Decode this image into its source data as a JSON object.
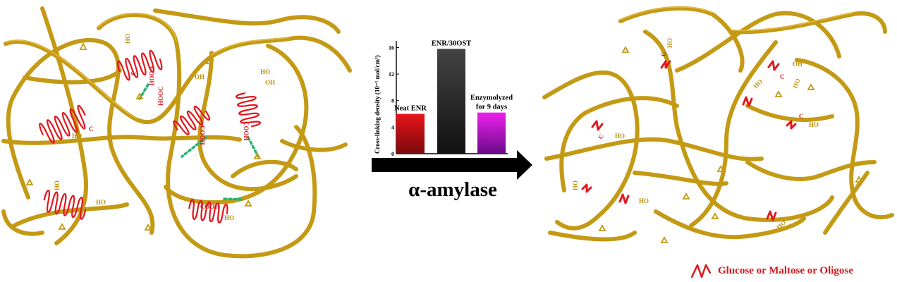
{
  "process": {
    "label": "α-amylase"
  },
  "legend": {
    "text": "Glucose or Maltose or Oligose"
  },
  "labels": {
    "oh": "OH",
    "ho": "HO",
    "cooh": "COOH",
    "hooc": "HOOC",
    "o": "O",
    "c": "C"
  },
  "chart_data": {
    "type": "bar",
    "ylabel": "Cross-linking density (10⁻⁵ mol/cm³)",
    "ylim": [
      0,
      17
    ],
    "yticks": [
      0,
      4,
      8,
      12,
      16
    ],
    "categories": [
      "Neat ENR",
      "ENR/30OST",
      "Enzymolyzed for 9 days"
    ],
    "category_lines": [
      [
        "Neat ENR"
      ],
      [
        "ENR/30OST"
      ],
      [
        "Enzymolyzed",
        "for 9 days"
      ]
    ],
    "values": [
      6.0,
      15.8,
      6.2
    ],
    "colors": [
      "#e8141b",
      "#444444",
      "#ee22ee"
    ],
    "colors_end": [
      "#7a0a0c",
      "#111111",
      "#6a0a8a"
    ]
  },
  "colors": {
    "network": "#c49a14",
    "starch": "#e0191f",
    "hbond": "#22b573"
  }
}
